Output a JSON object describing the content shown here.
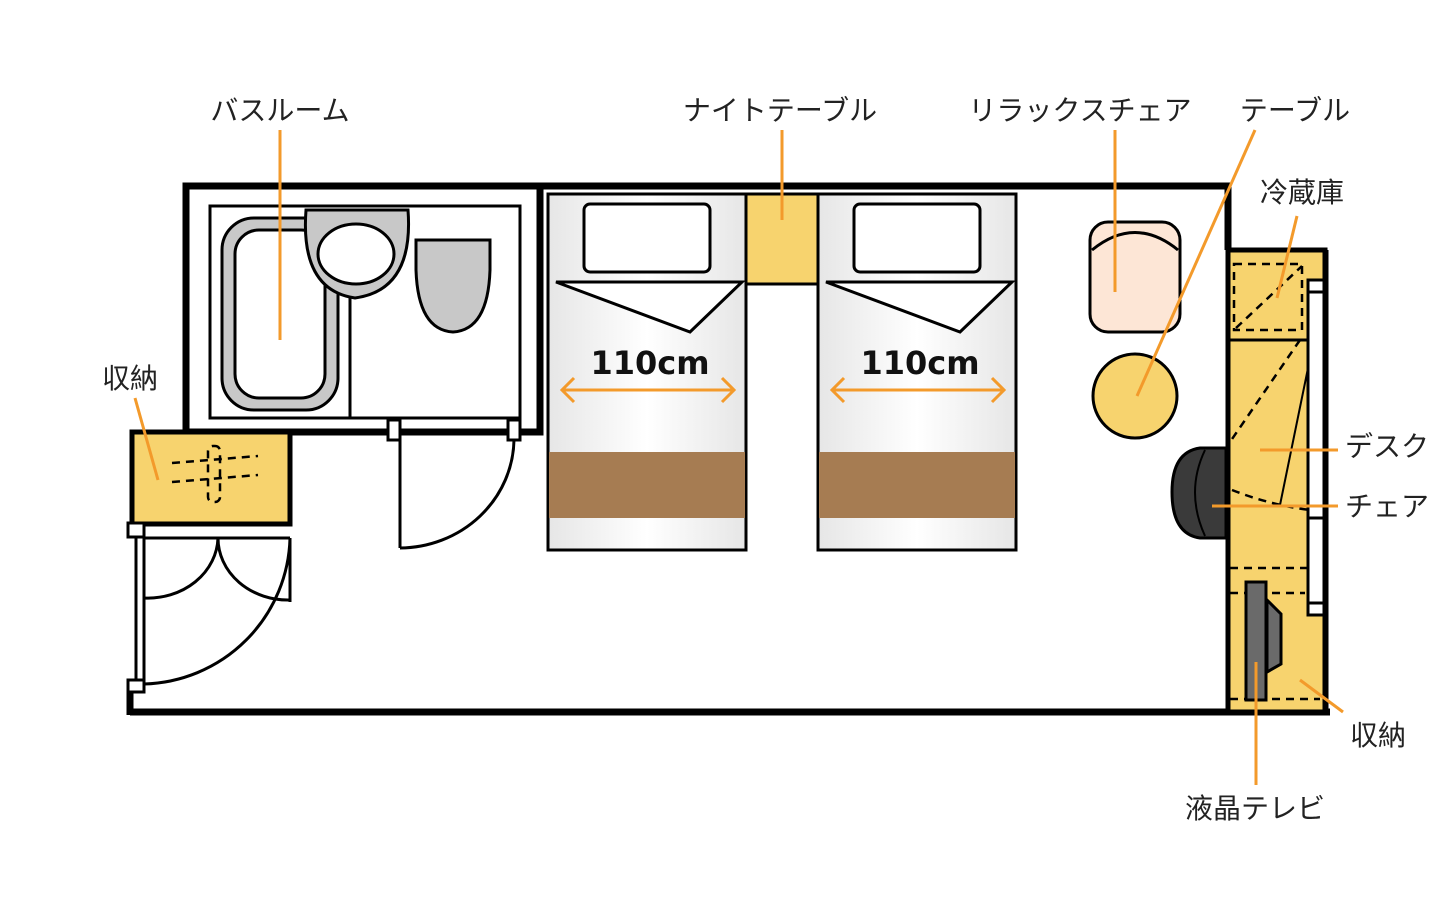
{
  "labels": {
    "bathroom": "バスルーム",
    "night_table": "ナイトテーブル",
    "relax_chair": "リラックスチェア",
    "table": "テーブル",
    "fridge": "冷蔵庫",
    "storage_left": "収納",
    "desk": "デスク",
    "chair": "チェア",
    "storage_right": "収納",
    "tv": "液晶テレビ"
  },
  "beds": [
    {
      "width_label": "110cm"
    },
    {
      "width_label": "110cm"
    }
  ],
  "colors": {
    "furniture": "#f7d36e",
    "bed_band": "#a67c52",
    "fixture_gray": "#c8c8c8",
    "leader": "#f39a2b",
    "relax_chair": "#fde6d6",
    "desk_chair": "#3a3a3a"
  }
}
